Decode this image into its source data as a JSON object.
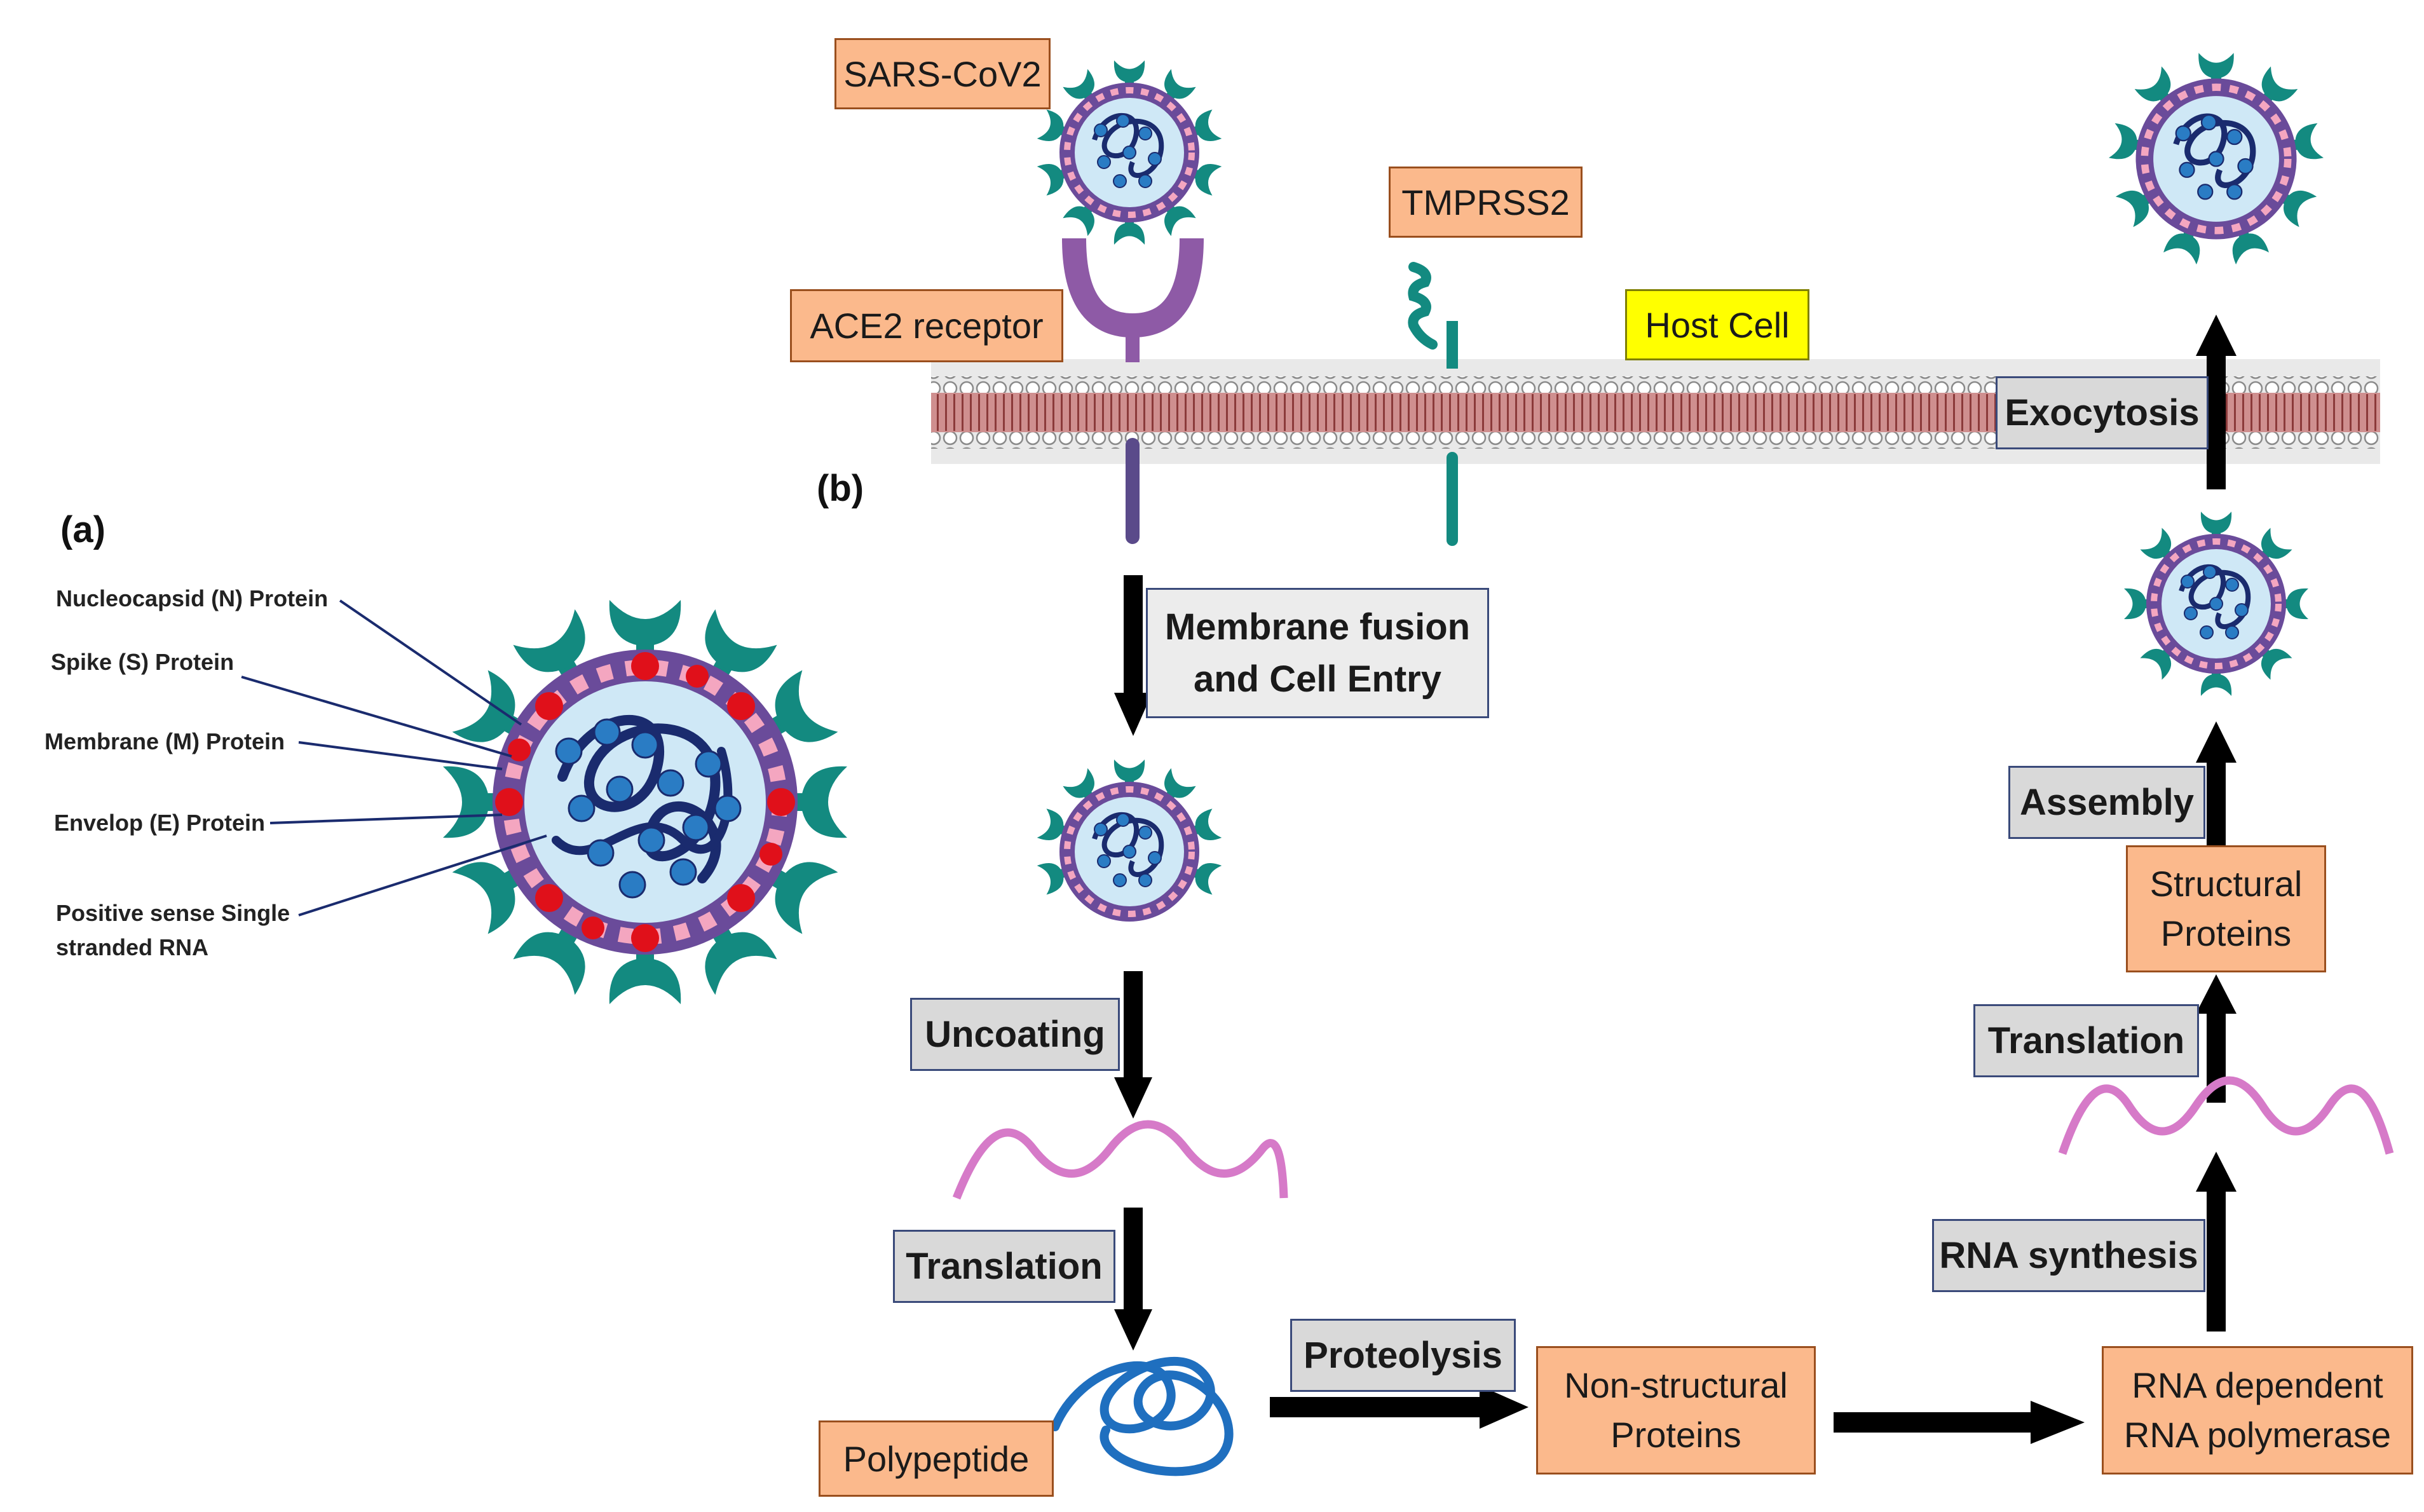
{
  "panel_a": "(a)",
  "panel_b": "(b)",
  "virion_parts": {
    "nucleocapsid": "Nucleocapsid (N) Protein",
    "spike": "Spike (S) Protein",
    "membrane": "Membrane (M) Protein",
    "envelope": "Envelop (E) Protein",
    "rna_line1": "Positive sense Single",
    "rna_line2": "stranded RNA"
  },
  "labels": {
    "sars": "SARS-CoV2",
    "ace2": "ACE2 receptor",
    "tmprss2": "TMPRSS2",
    "host_cell": "Host Cell",
    "polypeptide": "Polypeptide",
    "nsp_line1": "Non-structural",
    "nsp_line2": "Proteins",
    "rdrp_line1": "RNA dependent",
    "rdrp_line2": "RNA polymerase",
    "structural_line1": "Structural",
    "structural_line2": "Proteins"
  },
  "steps": {
    "fusion_line1": "Membrane fusion",
    "fusion_line2": "and Cell Entry",
    "uncoating": "Uncoating",
    "translation1": "Translation",
    "proteolysis": "Proteolysis",
    "rna_synthesis": "RNA synthesis",
    "translation2": "Translation",
    "assembly": "Assembly",
    "exocytosis": "Exocytosis"
  },
  "colors": {
    "orange_box": "#fbb98c",
    "yellow_box": "#ffff00",
    "grey_box": "#d9d9d9",
    "spike": "#138a80",
    "envelope": "#6a4b9a",
    "membrane_pink": "#f4a6c0",
    "red_protein": "#e0101a",
    "interior": "#cfe8f6",
    "rna": "#1a2b6e",
    "n_protein": "#2a7cc4",
    "ace2": "#8e5aa6",
    "bilayer": "#c98080",
    "mrna": "#d67ac8",
    "polypeptide": "#1f6fbf",
    "arrow": "#000000"
  },
  "icons": [
    "virion-icon",
    "ace2-receptor-icon",
    "tmprss2-protease-icon",
    "lipid-bilayer",
    "mrna-wave-icon",
    "polypeptide-coil-icon",
    "arrow"
  ]
}
